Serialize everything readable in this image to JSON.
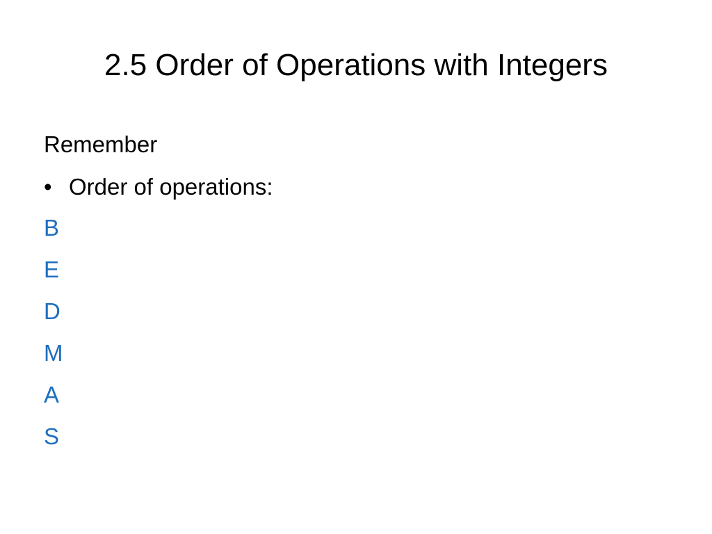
{
  "slide": {
    "title": "2.5 Order of Operations with Integers",
    "remember": "Remember",
    "bullet_symbol": "•",
    "bullet_text": "Order of operations:",
    "letters": [
      "B",
      "E",
      "D",
      "M",
      "A",
      "S"
    ]
  },
  "colors": {
    "text": "#000000",
    "accent": "#1f6fbf",
    "background": "#ffffff"
  }
}
